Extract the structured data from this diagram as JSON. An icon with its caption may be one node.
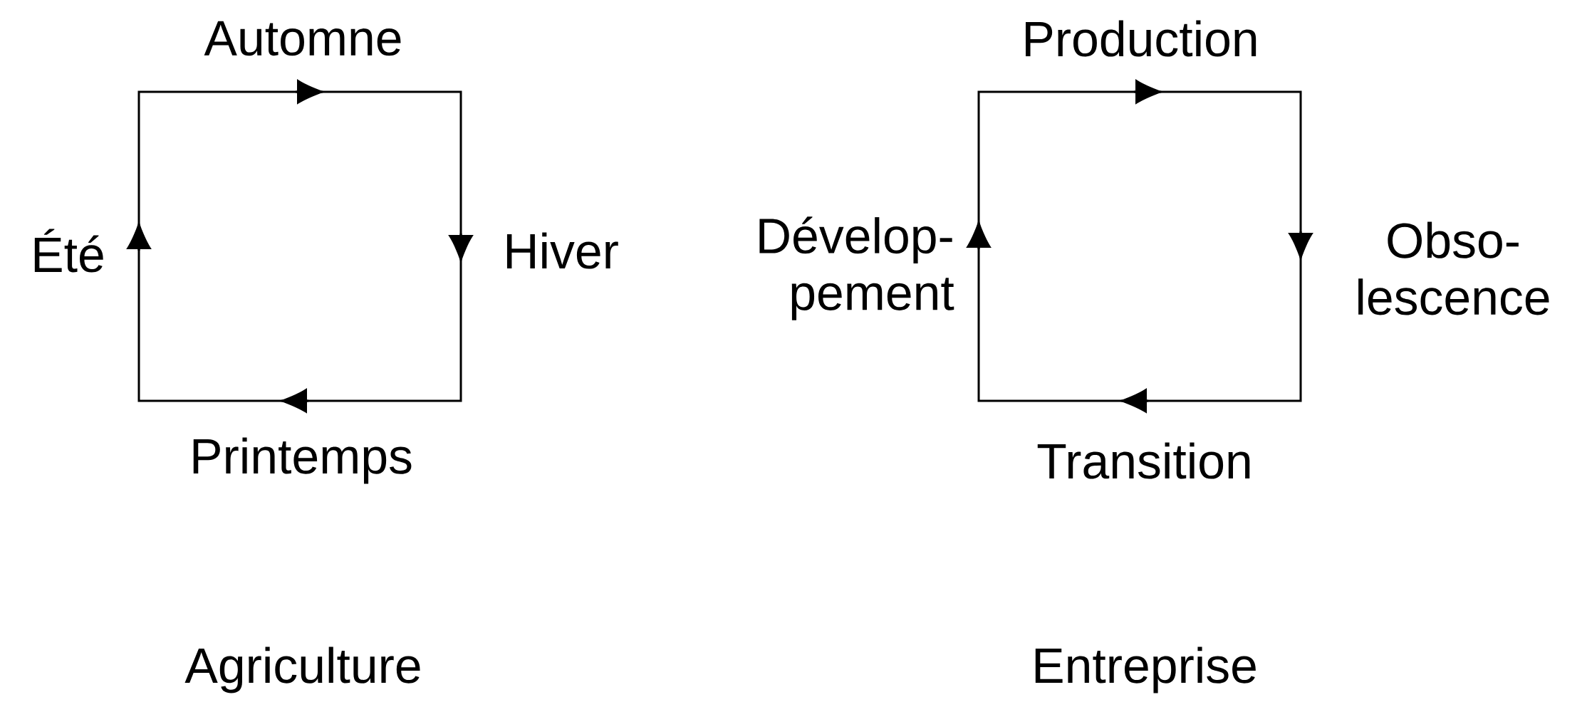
{
  "diagram": {
    "nodes": [
      {
        "text": [],
        "shape": "box"
      },
      {
        "text": [],
        "shape": "box"
      }
    ],
    "labels": [
      "Automne",
      "Production",
      "Été",
      "Hiver",
      "Dévelop- pement",
      "Obso- lescence",
      "Printemps",
      "Transition",
      "Agriculture",
      "Entreprise"
    ]
  }
}
